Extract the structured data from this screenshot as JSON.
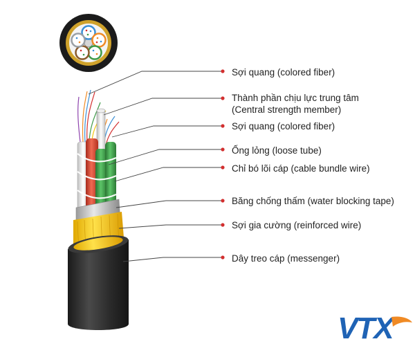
{
  "labels": [
    {
      "lines": [
        "Sợi quang (colored fiber)"
      ]
    },
    {
      "lines": [
        "Thành phần chịu lực trung tâm",
        "(Central strength member)"
      ]
    },
    {
      "lines": [
        "Sợi quang (colored fiber)"
      ]
    },
    {
      "lines": [
        "Ống lỏng (loose tube)"
      ]
    },
    {
      "lines": [
        "Chỉ bó lõi cáp (cable bundle wire)"
      ]
    },
    {
      "lines": [
        "Băng chống thấm (water blocking tape)"
      ]
    },
    {
      "lines": [
        "Sợi gia cường (reinforced wire)"
      ]
    },
    {
      "lines": [
        "Dây treo cáp (messenger)"
      ]
    }
  ],
  "logo": {
    "text": "VTX"
  },
  "colors": {
    "leader_dot": "#d32f2f",
    "leader_line": "#444444",
    "jacket": "#2b2b2b",
    "yarn": "#f5c400",
    "tube_red": "#d8412f",
    "tube_green": "#3e9a48",
    "logo_blue": "#1f63b5"
  }
}
